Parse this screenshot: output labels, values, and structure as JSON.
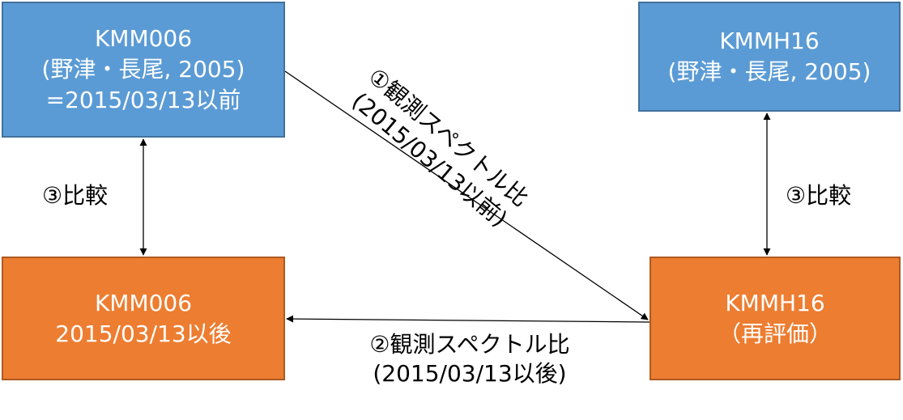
{
  "nodes": {
    "top_left": {
      "line1": "KMM006",
      "line2": "(野津・長尾, 2005)",
      "line3": "=2015/03/13以前"
    },
    "top_right": {
      "line1": "KMMH16",
      "line2": "(野津・長尾, 2005)"
    },
    "bottom_left": {
      "line1": "KMM006",
      "line2": "2015/03/13以後"
    },
    "bottom_right": {
      "line1": "KMMH16",
      "line2": "（再評価）"
    }
  },
  "edges": {
    "obs1": {
      "line1": "①観測スペクトル比",
      "line2": "(2015/03/13以前)"
    },
    "obs2": {
      "line1": "②観測スペクトル比",
      "line2": "(2015/03/13以後)"
    },
    "compare_left": "③比較",
    "compare_right": "③比較"
  },
  "colors": {
    "blue_box": "#5b9bd5",
    "orange_box": "#ed7d31",
    "arrow": "#000000"
  }
}
